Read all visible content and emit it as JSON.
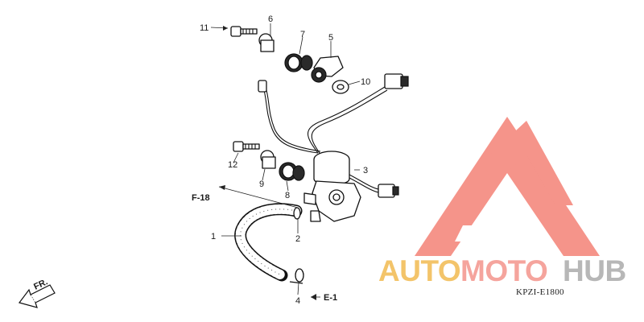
{
  "labels": {
    "p1": "1",
    "p2": "2",
    "p3": "3",
    "p4": "4",
    "p5": "5",
    "p6": "6",
    "p7": "7",
    "p8": "8",
    "p9": "9",
    "p10": "10",
    "p11": "11",
    "p12": "12"
  },
  "refs": {
    "f18": "F-18",
    "e1": "E-1",
    "fr": "FR."
  },
  "diagram_code": "KPZI-E1800",
  "watermark": {
    "part1": "AUTO",
    "part2": "MOTO",
    "part3": "HUB",
    "colors": {
      "triangle": "#f26b5e",
      "auto": "#f3c46a",
      "moto": "#f5a49d",
      "hub": "#b7b7b7"
    }
  }
}
